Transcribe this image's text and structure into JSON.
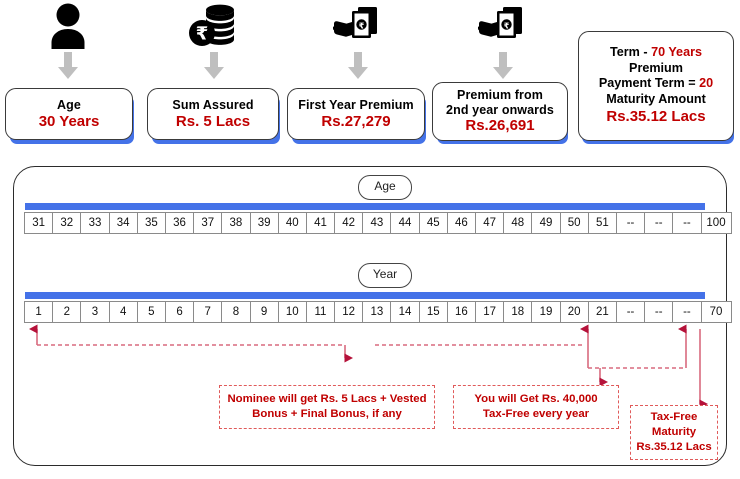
{
  "header": {
    "columns": [
      {
        "icon": "person-icon",
        "arrow": "down-arrow-icon",
        "label": "Age",
        "value": "30 Years"
      },
      {
        "icon": "rupee-coins-icon",
        "arrow": "down-arrow-icon",
        "label": "Sum Assured",
        "value": "Rs. 5  Lacs"
      },
      {
        "icon": "hand-cash-icon",
        "arrow": "down-arrow-icon",
        "label": "First Year Premium",
        "value": "Rs.27,279"
      },
      {
        "icon": "hand-cash-icon",
        "arrow": "down-arrow-icon",
        "label_line1": "Premium from",
        "label_line2": "2nd year onwards",
        "value": "Rs.26,691"
      }
    ],
    "summary": {
      "line1_label": "Term  - ",
      "line1_value": "70 Years",
      "line2": "Premium",
      "line3_label": "Payment Term = ",
      "line3_value": "20",
      "line4": "Maturity Amount",
      "line5": "Rs.35.12 Lacs"
    }
  },
  "timeline": {
    "age": {
      "pill_label": "Age",
      "cells": [
        "31",
        "32",
        "33",
        "34",
        "35",
        "36",
        "37",
        "38",
        "39",
        "40",
        "41",
        "42",
        "43",
        "44",
        "45",
        "46",
        "47",
        "48",
        "49",
        "50",
        "51",
        "--",
        "--",
        "--",
        "100"
      ]
    },
    "year": {
      "pill_label": "Year",
      "cells": [
        "1",
        "2",
        "3",
        "4",
        "5",
        "6",
        "7",
        "8",
        "9",
        "10",
        "11",
        "12",
        "13",
        "14",
        "15",
        "16",
        "17",
        "18",
        "19",
        "20",
        "21",
        "--",
        "--",
        "--",
        "70"
      ]
    },
    "callouts": [
      {
        "name": "nominee-callout",
        "line1": "Nominee will get Rs. 5 Lacs + Vested",
        "line2": "Bonus + Final Bonus, if any"
      },
      {
        "name": "annual-payout-callout",
        "line1": "You will Get Rs. 40,000",
        "line2": "Tax-Free every year"
      },
      {
        "name": "maturity-callout",
        "line1": "Tax-Free",
        "line2": "Maturity",
        "line3": "Rs.35.12 Lacs"
      }
    ]
  },
  "colors": {
    "accent_red": "#C00000",
    "callout_border": "#E05A5A",
    "blue_bar": "#4472E8",
    "arrow_gray": "#BFBFBF",
    "text_black": "#000000"
  }
}
